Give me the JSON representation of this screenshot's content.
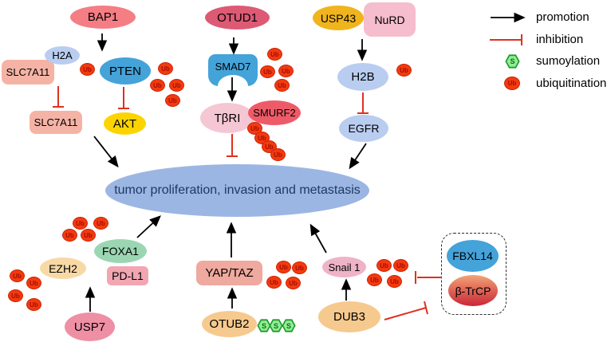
{
  "center_node": {
    "label": "tumor proliferation, invasion and metastasis"
  },
  "nodes": {
    "bap1": {
      "label": "BAP1"
    },
    "h2a": {
      "label": "H2A"
    },
    "slc7a11_upper": {
      "label": "SLC7A11"
    },
    "pten": {
      "label": "PTEN"
    },
    "slc7a11_lower": {
      "label": "SLC7A11"
    },
    "akt": {
      "label": "AKT"
    },
    "otud1": {
      "label": "OTUD1"
    },
    "smad7": {
      "label": "SMAD7"
    },
    "tbri": {
      "label": "TβRI"
    },
    "smurf2": {
      "label": "SMURF2"
    },
    "usp43": {
      "label": "USP43"
    },
    "nurd": {
      "label": "NuRD"
    },
    "h2b": {
      "label": "H2B"
    },
    "egfr": {
      "label": "EGFR"
    },
    "foxa1": {
      "label": "FOXA1"
    },
    "ezh2": {
      "label": "EZH2"
    },
    "pdl1": {
      "label": "PD-L1"
    },
    "usp7": {
      "label": "USP7"
    },
    "yaptaz": {
      "label": "YAP/TAZ"
    },
    "otub2": {
      "label": "OTUB2"
    },
    "snail1": {
      "label": "Snail 1"
    },
    "dub3": {
      "label": "DUB3"
    },
    "fbxl14": {
      "label": "FBXL14"
    },
    "btrcp": {
      "label": "β-TrCP"
    }
  },
  "symbols": {
    "ubiquitin": "Ub",
    "sumo": "S"
  },
  "legend": {
    "items": [
      {
        "symbol": "promotion-arrow",
        "label": "promotion"
      },
      {
        "symbol": "inhibition-bar",
        "label": "inhibition"
      },
      {
        "symbol": "sumoylation-hexagon",
        "label": "sumoylation"
      },
      {
        "symbol": "ubiquitination-circle",
        "label": "ubiquitination"
      }
    ]
  },
  "colors": {
    "promotion": "#000000",
    "inhibition": "#e03020",
    "ubiquitin_fill": "#f23a10",
    "sumo_fill": "#92ee92",
    "center_fill": "#9cb6e3",
    "blue_node": "#44a3d9",
    "histone_fill": "#b9cdf0"
  },
  "edges": [
    {
      "from": "BAP1",
      "to": "PTEN",
      "type": "promotion"
    },
    {
      "from": "H2A/SLC7A11",
      "to": "SLC7A11",
      "type": "inhibition"
    },
    {
      "from": "PTEN",
      "to": "AKT",
      "type": "inhibition"
    },
    {
      "from": "AKT",
      "to": "tumor proliferation, invasion and metastasis",
      "type": "promotion"
    },
    {
      "from": "OTUD1",
      "to": "SMAD7",
      "type": "promotion"
    },
    {
      "from": "SMAD7",
      "to": "TβRI",
      "type": "promotion"
    },
    {
      "from": "TβRI/SMURF2",
      "to": "tumor proliferation, invasion and metastasis",
      "type": "inhibition"
    },
    {
      "from": "USP43/NuRD",
      "to": "H2B",
      "type": "promotion"
    },
    {
      "from": "H2B",
      "to": "EGFR",
      "type": "inhibition"
    },
    {
      "from": "EGFR",
      "to": "tumor proliferation, invasion and metastasis",
      "type": "promotion"
    },
    {
      "from": "USP7",
      "to": "EZH2/PD-L1",
      "type": "promotion"
    },
    {
      "from": "FOXA1",
      "to": "tumor proliferation, invasion and metastasis",
      "type": "promotion"
    },
    {
      "from": "OTUB2",
      "to": "YAP/TAZ",
      "type": "promotion"
    },
    {
      "from": "YAP/TAZ",
      "to": "tumor proliferation, invasion and metastasis",
      "type": "promotion"
    },
    {
      "from": "DUB3",
      "to": "Snail 1",
      "type": "promotion"
    },
    {
      "from": "Snail 1",
      "to": "tumor proliferation, invasion and metastasis",
      "type": "promotion"
    },
    {
      "from": "FBXL14/β-TrCP",
      "to": "Snail 1",
      "type": "inhibition"
    },
    {
      "from": "DUB3",
      "to": "FBXL14/β-TrCP",
      "type": "inhibition"
    }
  ]
}
